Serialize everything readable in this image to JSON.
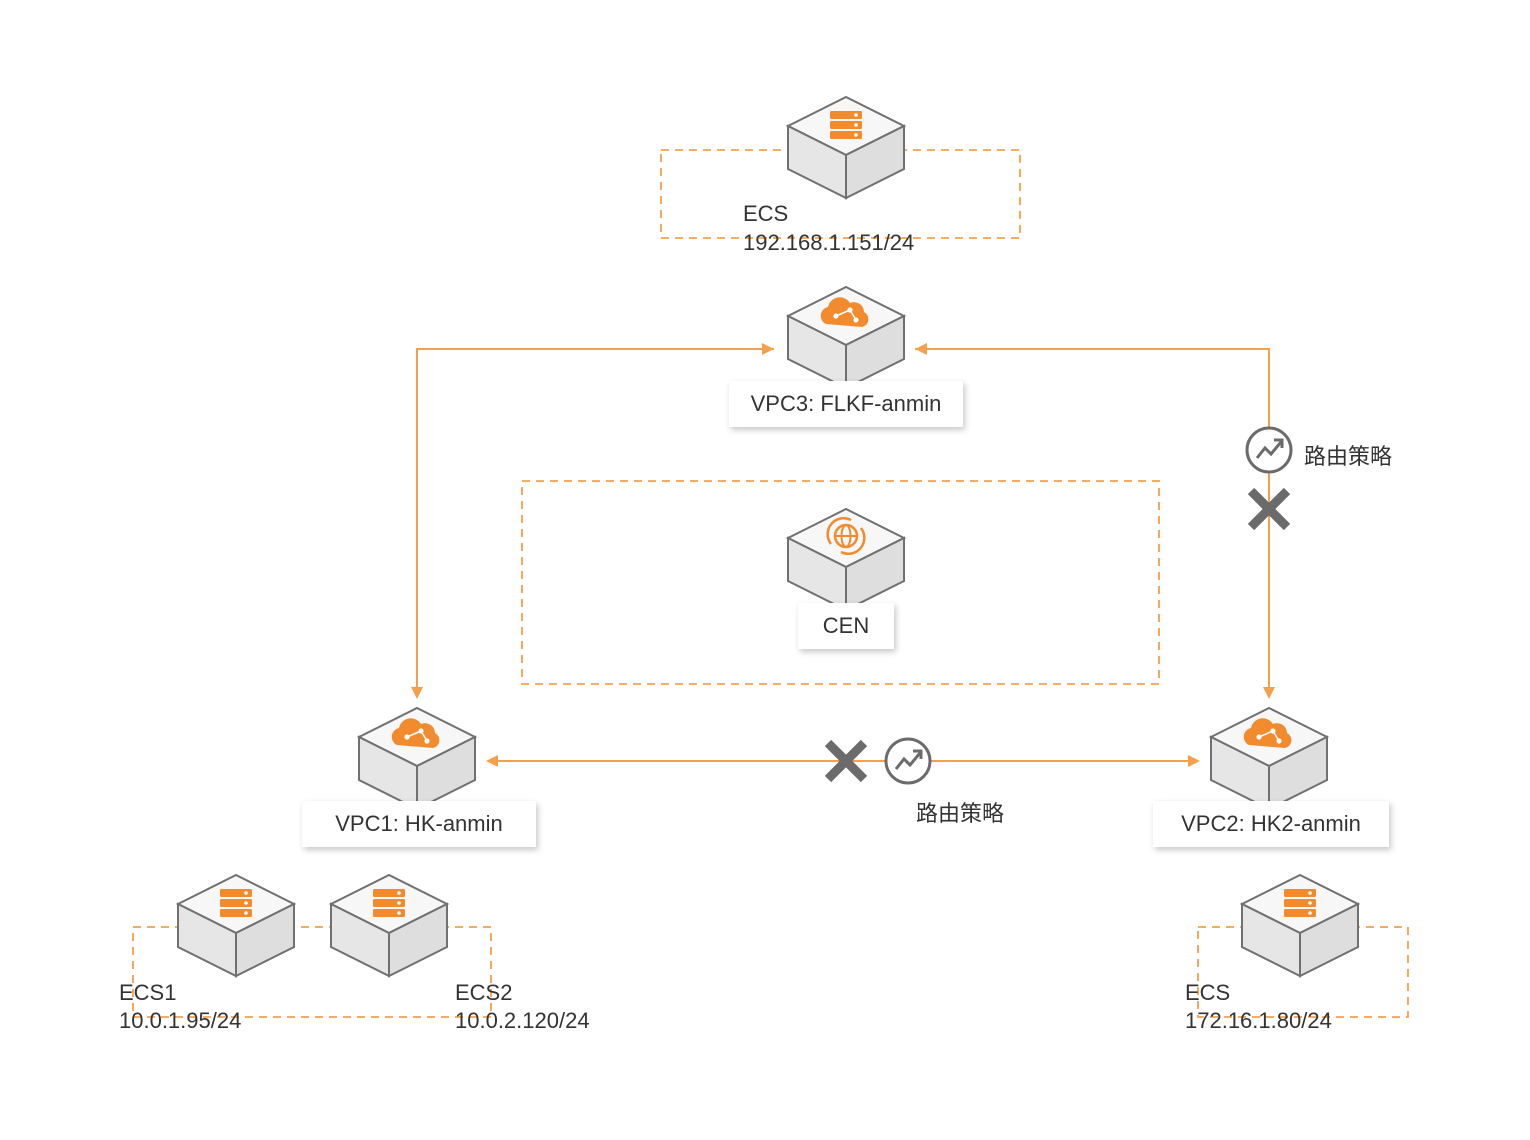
{
  "diagram": {
    "ecs_top": {
      "name": "ECS",
      "ip": "192.168.1.151/24"
    },
    "vpc3": {
      "label": "VPC3: FLKF-anmin"
    },
    "cen": {
      "label": "CEN"
    },
    "vpc1": {
      "label": "VPC1: HK-anmin"
    },
    "vpc2": {
      "label": "VPC2: HK2-anmin"
    },
    "ecs1": {
      "name": "ECS1",
      "ip": "10.0.1.95/24"
    },
    "ecs2": {
      "name": "ECS2",
      "ip": "10.0.2.120/24"
    },
    "ecs_right": {
      "name": "ECS",
      "ip": "172.16.1.80/24"
    },
    "policy_right": {
      "label": "路由策略"
    },
    "policy_bottom": {
      "label": "路由策略"
    }
  },
  "colors": {
    "accent": "#f5a04c",
    "icon_orange": "#f28a2e",
    "cube_top": "#f7f7f7",
    "cube_side": "#e4e4e4",
    "cube_edge": "#707070",
    "block_gray": "#6b6b6b"
  },
  "icons": {
    "server": "server-stack-icon",
    "vpc": "cloud-network-icon",
    "cen": "globe-sync-icon",
    "policy": "trend-arrow-circle-icon",
    "block": "x-cross-icon"
  }
}
